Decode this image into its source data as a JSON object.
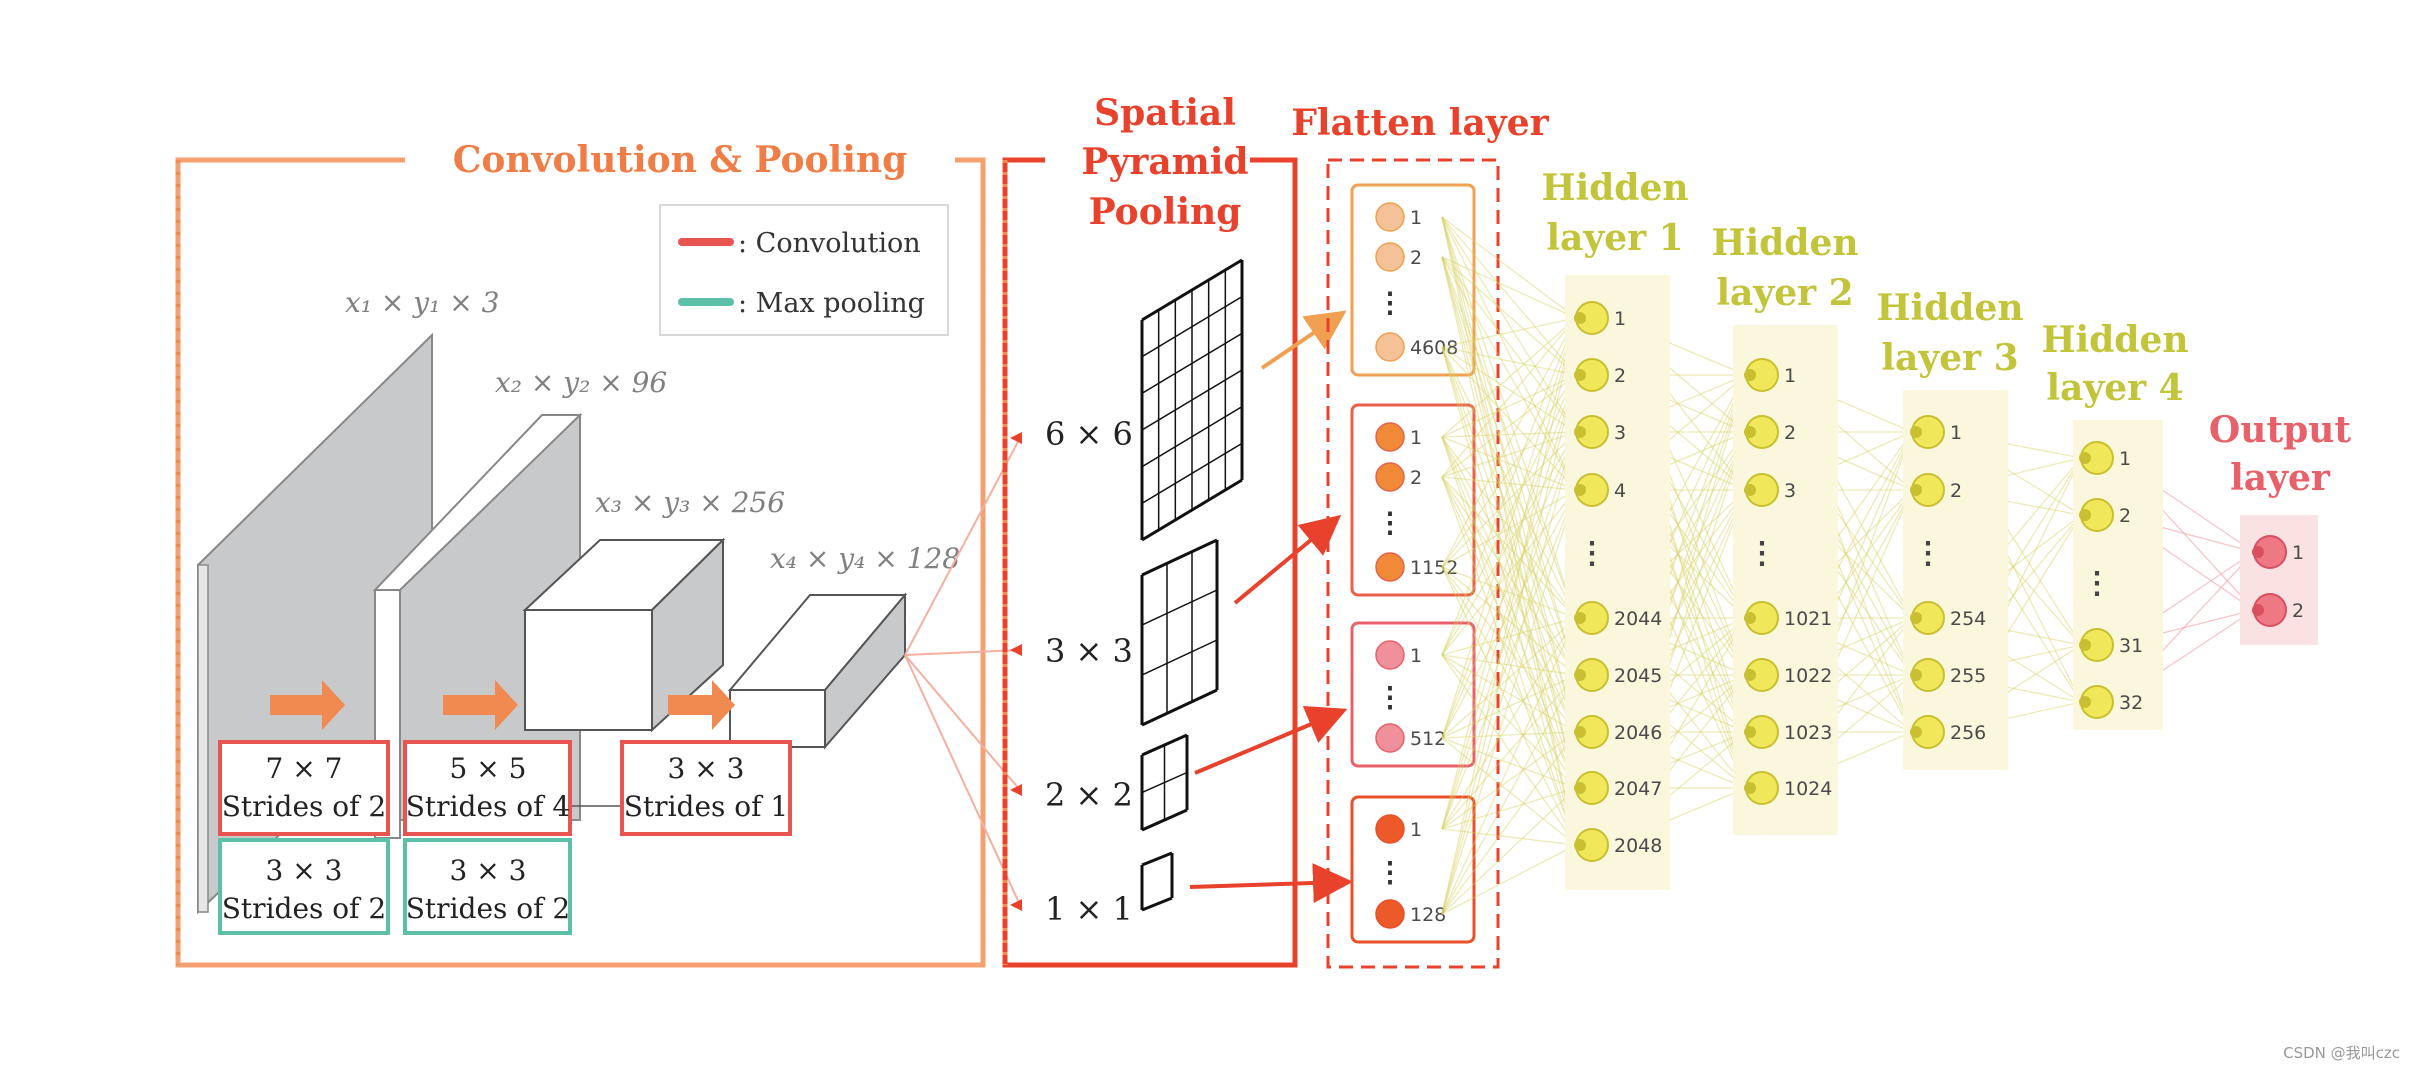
{
  "sections": {
    "conv_pool": {
      "title": "Convolution & Pooling",
      "color": "#f07d45"
    },
    "spp": {
      "title_lines": [
        "Spatial",
        "Pyramid",
        "Pooling"
      ],
      "color": "#e8412c"
    },
    "flatten": {
      "title": "Flatten layer",
      "color": "#e8412c"
    },
    "output": {
      "title_lines": [
        "Output",
        "layer"
      ],
      "color": "#e8606a"
    }
  },
  "legend": {
    "items": [
      {
        "label": ": Convolution",
        "color": "#e85450"
      },
      {
        "label": ": Max pooling",
        "color": "#5cc0a8"
      }
    ]
  },
  "feature_maps": {
    "labels": [
      "x₁ × y₁ × 3",
      "x₂ × y₂ × 96",
      "x₃ × y₃ × 256",
      "x₄ × y₄ × 128"
    ]
  },
  "conv_boxes": [
    {
      "line1": "7 × 7",
      "line2": "Strides of 2"
    },
    {
      "line1": "5 × 5",
      "line2": "Strides of 4"
    },
    {
      "line1": "3 × 3",
      "line2": "Strides of 1"
    }
  ],
  "pool_boxes": [
    {
      "line1": "3 × 3",
      "line2": "Strides of 2"
    },
    {
      "line1": "3 × 3",
      "line2": "Strides of 2"
    }
  ],
  "pyramid": {
    "levels": [
      "6 × 6",
      "3 × 3",
      "2 × 2",
      "1 × 1"
    ]
  },
  "flatten_groups": [
    {
      "labels": [
        "1",
        "2",
        "4608"
      ],
      "color": "#f5c298",
      "border": "#f0a050"
    },
    {
      "labels": [
        "1",
        "2",
        "1152"
      ],
      "color": "#f08a38",
      "border": "#e8604a"
    },
    {
      "labels": [
        "1",
        "512"
      ],
      "color": "#f0909a",
      "border": "#e8606a"
    },
    {
      "labels": [
        "1",
        "128"
      ],
      "color": "#ec5a2a",
      "border": "#e8502a"
    }
  ],
  "hidden_layers": [
    {
      "title_lines": [
        "Hidden",
        "layer 1"
      ],
      "top": [
        "1",
        "2",
        "3",
        "4"
      ],
      "bottom": [
        "2044",
        "2045",
        "2046",
        "2047",
        "2048"
      ]
    },
    {
      "title_lines": [
        "Hidden",
        "layer 2"
      ],
      "top": [
        "1",
        "2",
        "3"
      ],
      "bottom": [
        "1021",
        "1022",
        "1023",
        "1024"
      ]
    },
    {
      "title_lines": [
        "Hidden",
        "layer 3"
      ],
      "top": [
        "1",
        "2"
      ],
      "bottom": [
        "254",
        "255",
        "256"
      ]
    },
    {
      "title_lines": [
        "Hidden",
        "layer 4"
      ],
      "top": [
        "1",
        "2"
      ],
      "bottom": [
        "31",
        "32"
      ]
    }
  ],
  "output_nodes": [
    "1",
    "2"
  ],
  "ellipsis": "⋮",
  "watermark": "CSDN @我叫czc",
  "colors": {
    "hidden_node": "#f0e85a",
    "hidden_node_border": "#c8c030",
    "hidden_bg": "#faf7dc",
    "output_node": "#ee7884",
    "output_bg": "#fbe2e2",
    "gray_map": "#c8c9cb",
    "conv_arrow": "#f08a50"
  }
}
